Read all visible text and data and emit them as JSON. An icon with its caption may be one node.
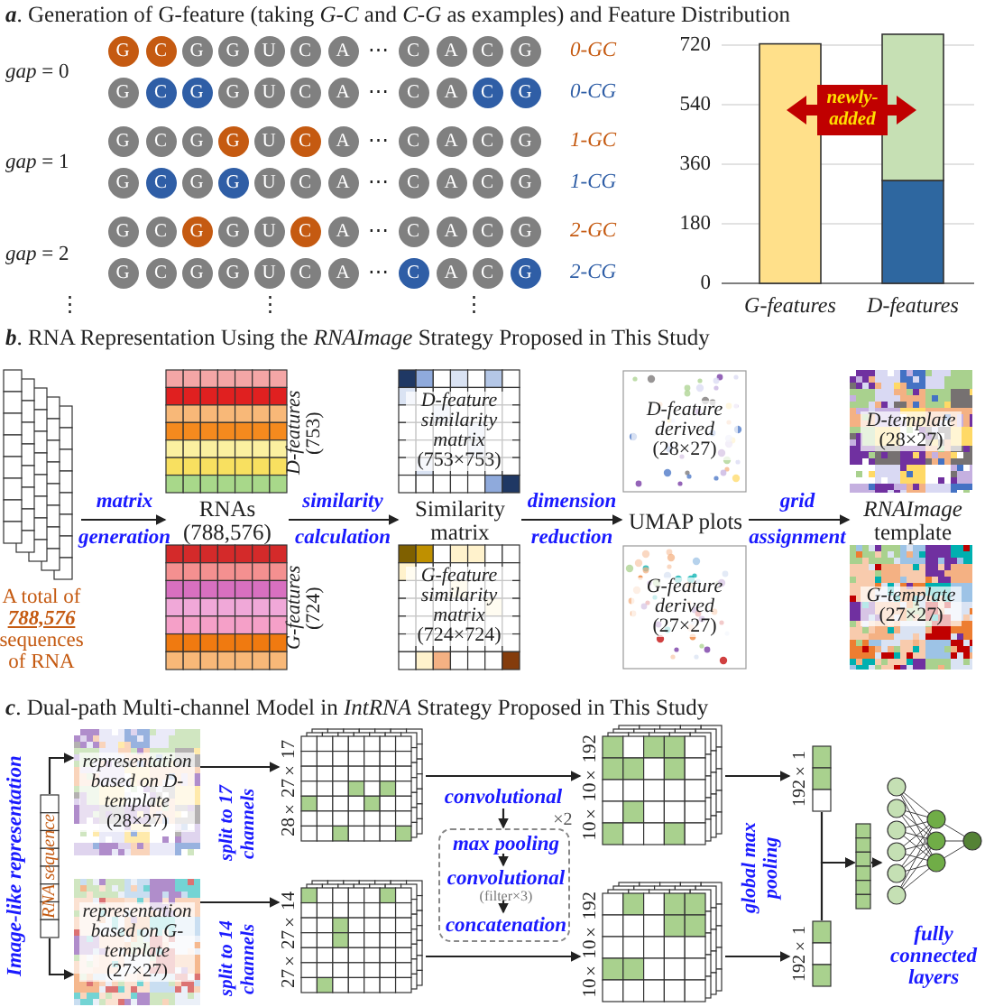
{
  "diagram": {
    "nodes": [
      {
        "text": [
          "G"
        ]
      },
      {
        "text": [
          "C"
        ]
      },
      {
        "text": [
          "G"
        ]
      },
      {
        "text": [
          "G"
        ]
      },
      {
        "text": [
          "U"
        ]
      },
      {
        "text": [
          "C"
        ]
      },
      {
        "text": [
          "A"
        ]
      },
      {
        "text": [
          "C"
        ]
      },
      {
        "text": [
          "A"
        ]
      },
      {
        "text": [
          "C"
        ]
      },
      {
        "text": [
          "G"
        ]
      },
      {
        "text": [
          "G"
        ]
      },
      {
        "text": [
          "C"
        ]
      },
      {
        "text": [
          "G"
        ]
      },
      {
        "text": [
          "G"
        ]
      },
      {
        "text": [
          "U"
        ]
      },
      {
        "text": [
          "C"
        ]
      },
      {
        "text": [
          "A"
        ]
      },
      {
        "text": [
          "C"
        ]
      },
      {
        "text": [
          "A"
        ]
      },
      {
        "text": [
          "C"
        ]
      },
      {
        "text": [
          "G"
        ]
      },
      {
        "text": [
          "G"
        ]
      },
      {
        "text": [
          "C"
        ]
      },
      {
        "text": [
          "G"
        ]
      },
      {
        "text": [
          "G"
        ]
      },
      {
        "text": [
          "U"
        ]
      },
      {
        "text": [
          "C"
        ]
      },
      {
        "text": [
          "A"
        ]
      },
      {
        "text": [
          "C"
        ]
      },
      {
        "text": [
          "A"
        ]
      },
      {
        "text": [
          "C"
        ]
      },
      {
        "text": [
          "G"
        ]
      },
      {
        "text": [
          "G"
        ]
      },
      {
        "text": [
          "C"
        ]
      },
      {
        "text": [
          "G"
        ]
      },
      {
        "text": [
          "G"
        ]
      },
      {
        "text": [
          "U"
        ]
      },
      {
        "text": [
          "C"
        ]
      },
      {
        "text": [
          "A"
        ]
      },
      {
        "text": [
          "C"
        ]
      },
      {
        "text": [
          "A"
        ]
      },
      {
        "text": [
          "C"
        ]
      },
      {
        "text": [
          "G"
        ]
      },
      {
        "text": [
          "G"
        ]
      },
      {
        "text": [
          "C"
        ]
      },
      {
        "text": [
          "G"
        ]
      },
      {
        "text": [
          "G"
        ]
      },
      {
        "text": [
          "U"
        ]
      },
      {
        "text": [
          "C"
        ]
      },
      {
        "text": [
          "A"
        ]
      },
      {
        "text": [
          "C"
        ]
      },
      {
        "text": [
          "A"
        ]
      },
      {
        "text": [
          "C"
        ]
      },
      {
        "text": [
          "G"
        ]
      },
      {
        "text": [
          "G"
        ]
      },
      {
        "text": [
          "C"
        ]
      },
      {
        "text": [
          "G"
        ]
      },
      {
        "text": [
          "G"
        ]
      },
      {
        "text": [
          "U"
        ]
      },
      {
        "text": [
          "C"
        ]
      },
      {
        "text": [
          "A"
        ]
      },
      {
        "text": [
          "C"
        ]
      },
      {
        "text": [
          "A"
        ]
      },
      {
        "text": [
          "C"
        ]
      },
      {
        "text": [
          "G"
        ]
      },
      {
        "text": [
          "A total of **788,576** sequences of RNA"
        ]
      },
      {
        "text": [
          "RNAs (788,576)"
        ]
      },
      {
        "text": [],
        "shape": "picture",
        "beside": [
          "*D-features* (753)"
        ]
      },
      {
        "text": [],
        "shape": "picture",
        "beside": [
          "*G-features* (724)"
        ]
      },
      {
        "text": [
          "Similarity matrix"
        ]
      },
      {
        "text": [
          "*D-feature similarity matrix* (753×753)"
        ]
      },
      {
        "text": [
          "*G-feature similarity matrix* (724×724)"
        ]
      },
      {
        "text": [
          "UMAP plots"
        ]
      },
      {
        "text": [
          "*D-feature derived* (28×27)"
        ]
      },
      {
        "text": [
          "*G-feature derived* (27×27)"
        ]
      },
      {
        "text": [
          "*RNAImage* template"
        ]
      },
      {
        "text": [
          "*D-template* (28×27)"
        ]
      },
      {
        "text": [
          "*G-template* (27×27)"
        ]
      },
      {
        "text": [
          "RNA sequence"
        ]
      },
      {
        "text": [
          "*representation based on D-template* (28×27)"
        ]
      },
      {
        "text": [
          "*representation based on G-template* (27×27)"
        ]
      },
      {
        "text": [],
        "shape": "picture",
        "beside": [
          "28×27×17"
        ]
      },
      {
        "text": [],
        "shape": "picture",
        "beside": [
          "27×27×14"
        ]
      },
      {
        "text": [
          "convolutional"
        ]
      },
      {
        "text": [],
        "shape": "box",
        "beside": [
          "×2"
        ]
      },
      {
        "text": [
          "max pooling"
        ],
        "in": 85
      },
      {
        "text": [
          "convolutional",
          "(filter×3)"
        ],
        "in": 85
      },
      {
        "text": [
          "concatenation"
        ],
        "in": 85
      },
      {
        "text": [],
        "shape": "picture",
        "beside": [
          "10×10×192"
        ]
      },
      {
        "text": [],
        "shape": "picture",
        "beside": [
          "10×10×192"
        ]
      },
      {
        "text": [],
        "shape": "bar",
        "beside": [
          "192×1"
        ]
      },
      {
        "text": [],
        "shape": "bar",
        "beside": [
          "192×1"
        ]
      },
      {
        "text": [],
        "shape": "bar"
      },
      {
        "text": [
          "fully connected layers"
        ]
      }
    ],
    "edges": [
      {
        "from": 66,
        "to": 67,
        "arrow": "to",
        "label": "matrix generation"
      },
      {
        "from": 67,
        "to": 70,
        "arrow": "to",
        "label": "similarity calculation"
      },
      {
        "from": 70,
        "to": 73,
        "arrow": "to",
        "label": "dimension reduction"
      },
      {
        "from": 73,
        "to": 76,
        "arrow": "to",
        "label": "grid assignment"
      },
      {
        "from": 79,
        "to": 80,
        "arrow": "to",
        "label": "Image-like representation"
      },
      {
        "from": 79,
        "to": 81,
        "arrow": "to"
      },
      {
        "from": 80,
        "to": 82,
        "arrow": "to",
        "label": "split to 17 channels"
      },
      {
        "from": 81,
        "to": 83,
        "arrow": "to",
        "label": "split to 14 channels"
      },
      {
        "from": 84,
        "to": 85,
        "arrow": "to"
      },
      {
        "from": 86,
        "to": 87,
        "arrow": "to"
      },
      {
        "from": 87,
        "to": 88,
        "arrow": "to"
      },
      {
        "from": 82,
        "to": 89,
        "arrow": "to"
      },
      {
        "from": 83,
        "to": 90,
        "arrow": "to"
      },
      {
        "from": 89,
        "to": 91,
        "arrow": "to",
        "label": "global max pooling"
      },
      {
        "from": 90,
        "to": 92,
        "arrow": "to"
      },
      {
        "from": 91,
        "to": 93,
        "arrow": "to"
      },
      {
        "from": 92,
        "to": 93,
        "arrow": "to"
      },
      {
        "from": 93,
        "to": 94,
        "arrow": "to"
      }
    ],
    "labels": [
      "**a**. Generation of G-feature (taking *G-C* and *C-G* as examples) and Feature Distribution",
      "*gap* = 0",
      "⋯",
      "0-GC",
      "⋯",
      "0-CG",
      "*gap* = 1",
      "⋯",
      "1-GC",
      "⋯",
      "1-CG",
      "*gap* = 2",
      "⋯",
      "2-GC",
      "⋯",
      "2-CG",
      "⋮",
      "⋮",
      "⋮",
      "**b**. RNA Representation Using the *RNAImage* Strategy Proposed in This Study",
      "**c**. Dual-path Multi-channel Model in *IntRNA* Strategy Proposed in This Study"
    ],
    "chart_data": {
      "type": "bar",
      "stacked": true,
      "categories": [
        "G-features",
        "D-features"
      ],
      "series": [
        {
          "color": "#ffe08a",
          "values": [
            724,
            null
          ]
        },
        {
          "color": "#2e67a0",
          "values": [
            null,
            311
          ]
        },
        {
          "color": "#c6e0b4",
          "values": [
            null,
            442
          ]
        }
      ],
      "yticks": [
        0,
        180,
        360,
        540,
        720
      ],
      "ylim": [
        0,
        760
      ],
      "grid": true,
      "annotations": [
        {
          "text": "newly-added"
        }
      ]
    }
  }
}
